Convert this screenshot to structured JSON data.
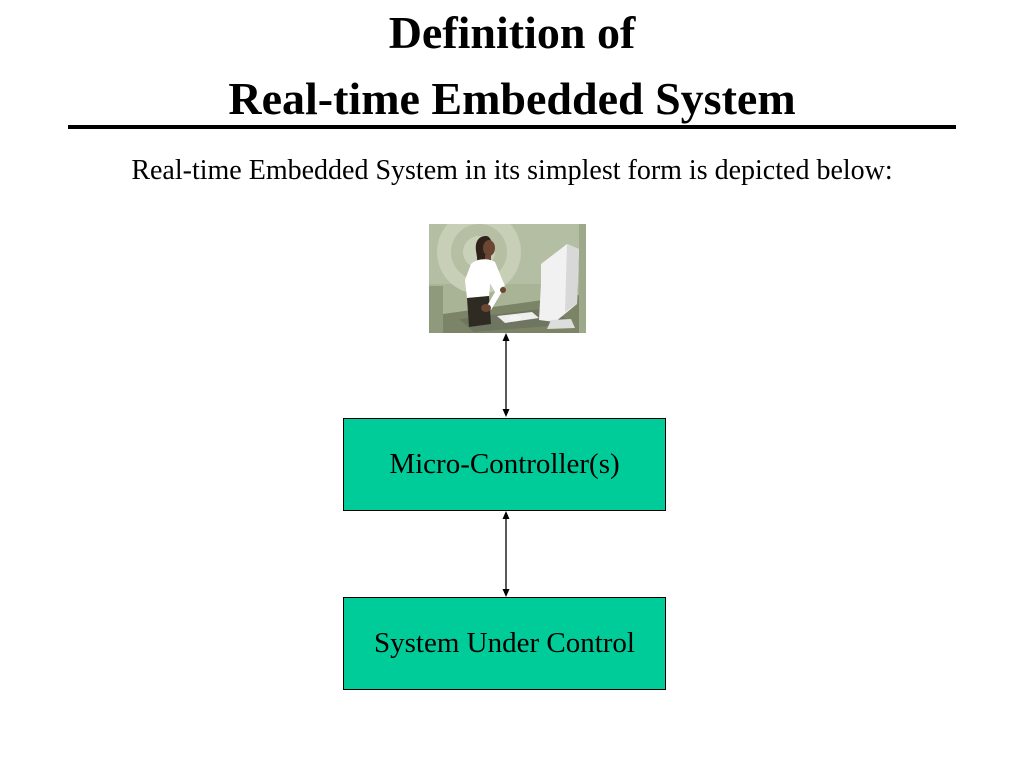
{
  "slide": {
    "title_line_1": "Definition of",
    "title_line_2": "Real-time Embedded System",
    "subtitle": "Real-time Embedded System in its simplest form is depicted below:"
  },
  "diagram": {
    "operator_image": "woman-at-computer-clipart",
    "boxes": {
      "controller": "Micro-Controller(s)",
      "system": "System Under Control"
    },
    "connectors": [
      "bidirectional-arrow",
      "bidirectional-arrow"
    ],
    "colors": {
      "box_fill": "#00cc99",
      "box_border": "#000000",
      "picture_background": "#a9b496"
    }
  }
}
